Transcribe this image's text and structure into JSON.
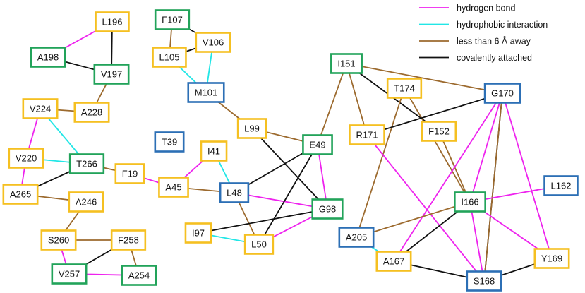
{
  "colors": {
    "hydrogen_bond": "#ee22ee",
    "hydrophobic_interaction": "#22e6e6",
    "less_than_6A": "#9c6a2e",
    "covalent": "#111111",
    "node_green": "#22a35a",
    "node_yellow": "#f5c021",
    "node_blue": "#2c6fb5"
  },
  "legend": [
    {
      "type": "hydrogen_bond",
      "label": "hydrogen bond"
    },
    {
      "type": "hydrophobic_interaction",
      "label": "hydrophobic interaction"
    },
    {
      "type": "less_than_6A",
      "label": "less than 6 Å away"
    },
    {
      "type": "covalent",
      "label": "covalently attached"
    }
  ],
  "nodes": [
    {
      "id": "L196",
      "label": "L196",
      "border": "node_yellow"
    },
    {
      "id": "A198",
      "label": "A198",
      "border": "node_green"
    },
    {
      "id": "V197",
      "label": "V197",
      "border": "node_green"
    },
    {
      "id": "A228",
      "label": "A228",
      "border": "node_yellow"
    },
    {
      "id": "V224",
      "label": "V224",
      "border": "node_yellow"
    },
    {
      "id": "V220",
      "label": "V220",
      "border": "node_yellow"
    },
    {
      "id": "T266",
      "label": "T266",
      "border": "node_green"
    },
    {
      "id": "A265",
      "label": "A265",
      "border": "node_yellow"
    },
    {
      "id": "F19",
      "label": "F19",
      "border": "node_yellow"
    },
    {
      "id": "A246",
      "label": "A246",
      "border": "node_yellow"
    },
    {
      "id": "S260",
      "label": "S260",
      "border": "node_yellow"
    },
    {
      "id": "F258",
      "label": "F258",
      "border": "node_yellow"
    },
    {
      "id": "V257",
      "label": "V257",
      "border": "node_green"
    },
    {
      "id": "A254",
      "label": "A254",
      "border": "node_green"
    },
    {
      "id": "F107",
      "label": "F107",
      "border": "node_green"
    },
    {
      "id": "V106",
      "label": "V106",
      "border": "node_yellow"
    },
    {
      "id": "L105",
      "label": "L105",
      "border": "node_yellow"
    },
    {
      "id": "M101",
      "label": "M101",
      "border": "node_blue"
    },
    {
      "id": "L99",
      "label": "L99",
      "border": "node_yellow"
    },
    {
      "id": "T39",
      "label": "T39",
      "border": "node_blue"
    },
    {
      "id": "I41",
      "label": "I41",
      "border": "node_yellow"
    },
    {
      "id": "A45",
      "label": "A45",
      "border": "node_yellow"
    },
    {
      "id": "L48",
      "label": "L48",
      "border": "node_blue"
    },
    {
      "id": "E49",
      "label": "E49",
      "border": "node_green"
    },
    {
      "id": "G98",
      "label": "G98",
      "border": "node_green"
    },
    {
      "id": "I97",
      "label": "I97",
      "border": "node_yellow"
    },
    {
      "id": "L50",
      "label": "L50",
      "border": "node_yellow"
    },
    {
      "id": "I151",
      "label": "I151",
      "border": "node_green"
    },
    {
      "id": "T174",
      "label": "T174",
      "border": "node_yellow"
    },
    {
      "id": "G170",
      "label": "G170",
      "border": "node_blue"
    },
    {
      "id": "R171",
      "label": "R171",
      "border": "node_yellow"
    },
    {
      "id": "F152",
      "label": "F152",
      "border": "node_yellow"
    },
    {
      "id": "I166",
      "label": "I166",
      "border": "node_green"
    },
    {
      "id": "L162",
      "label": "L162",
      "border": "node_blue"
    },
    {
      "id": "A205",
      "label": "A205",
      "border": "node_blue"
    },
    {
      "id": "A167",
      "label": "A167",
      "border": "node_yellow"
    },
    {
      "id": "S168",
      "label": "S168",
      "border": "node_blue"
    },
    {
      "id": "Y169",
      "label": "Y169",
      "border": "node_yellow"
    }
  ],
  "edges": [
    {
      "from": "A198",
      "to": "L196",
      "type": "hydrogen_bond"
    },
    {
      "from": "L196",
      "to": "V197",
      "type": "covalent"
    },
    {
      "from": "A198",
      "to": "V197",
      "type": "covalent"
    },
    {
      "from": "V197",
      "to": "A228",
      "type": "less_than_6A"
    },
    {
      "from": "V224",
      "to": "A228",
      "type": "less_than_6A"
    },
    {
      "from": "V224",
      "to": "T266",
      "type": "hydrophobic_interaction"
    },
    {
      "from": "V224",
      "to": "V220",
      "type": "hydrogen_bond"
    },
    {
      "from": "V220",
      "to": "T266",
      "type": "hydrophobic_interaction"
    },
    {
      "from": "V220",
      "to": "A265",
      "type": "hydrogen_bond"
    },
    {
      "from": "A265",
      "to": "T266",
      "type": "covalent"
    },
    {
      "from": "T266",
      "to": "F19",
      "type": "less_than_6A"
    },
    {
      "from": "A265",
      "to": "A246",
      "type": "less_than_6A"
    },
    {
      "from": "F19",
      "to": "A45",
      "type": "hydrogen_bond"
    },
    {
      "from": "A246",
      "to": "S260",
      "type": "less_than_6A"
    },
    {
      "from": "S260",
      "to": "F258",
      "type": "less_than_6A"
    },
    {
      "from": "S260",
      "to": "V257",
      "type": "hydrogen_bond"
    },
    {
      "from": "F258",
      "to": "V257",
      "type": "covalent"
    },
    {
      "from": "F258",
      "to": "A254",
      "type": "less_than_6A"
    },
    {
      "from": "V257",
      "to": "A254",
      "type": "hydrogen_bond"
    },
    {
      "from": "F107",
      "to": "V106",
      "type": "covalent"
    },
    {
      "from": "F107",
      "to": "L105",
      "type": "less_than_6A"
    },
    {
      "from": "L105",
      "to": "V106",
      "type": "covalent"
    },
    {
      "from": "L105",
      "to": "M101",
      "type": "hydrophobic_interaction"
    },
    {
      "from": "V106",
      "to": "M101",
      "type": "hydrophobic_interaction"
    },
    {
      "from": "M101",
      "to": "L99",
      "type": "less_than_6A"
    },
    {
      "from": "L99",
      "to": "E49",
      "type": "less_than_6A"
    },
    {
      "from": "L99",
      "to": "G98",
      "type": "covalent"
    },
    {
      "from": "I41",
      "to": "A45",
      "type": "hydrogen_bond"
    },
    {
      "from": "I41",
      "to": "L48",
      "type": "hydrophobic_interaction"
    },
    {
      "from": "A45",
      "to": "L48",
      "type": "less_than_6A"
    },
    {
      "from": "L48",
      "to": "E49",
      "type": "covalent"
    },
    {
      "from": "L48",
      "to": "G98",
      "type": "hydrogen_bond"
    },
    {
      "from": "L48",
      "to": "L50",
      "type": "less_than_6A"
    },
    {
      "from": "E49",
      "to": "G98",
      "type": "hydrogen_bond"
    },
    {
      "from": "E49",
      "to": "L50",
      "type": "covalent"
    },
    {
      "from": "E49",
      "to": "I151",
      "type": "less_than_6A"
    },
    {
      "from": "I97",
      "to": "G98",
      "type": "covalent"
    },
    {
      "from": "I97",
      "to": "L50",
      "type": "hydrophobic_interaction"
    },
    {
      "from": "L50",
      "to": "G98",
      "type": "hydrogen_bond"
    },
    {
      "from": "I151",
      "to": "R171",
      "type": "less_than_6A"
    },
    {
      "from": "I151",
      "to": "F152",
      "type": "covalent"
    },
    {
      "from": "I151",
      "to": "G170",
      "type": "less_than_6A"
    },
    {
      "from": "T174",
      "to": "A205",
      "type": "less_than_6A"
    },
    {
      "from": "T174",
      "to": "I166",
      "type": "less_than_6A"
    },
    {
      "from": "R171",
      "to": "G170",
      "type": "covalent"
    },
    {
      "from": "R171",
      "to": "S168",
      "type": "hydrogen_bond"
    },
    {
      "from": "F152",
      "to": "I166",
      "type": "less_than_6A"
    },
    {
      "from": "G170",
      "to": "I166",
      "type": "hydrogen_bond"
    },
    {
      "from": "G170",
      "to": "A167",
      "type": "hydrogen_bond"
    },
    {
      "from": "G170",
      "to": "S168",
      "type": "covalent"
    },
    {
      "from": "G170",
      "to": "Y169",
      "type": "hydrogen_bond"
    },
    {
      "from": "G170",
      "to": "S168",
      "type": "less_than_6A"
    },
    {
      "from": "I166",
      "to": "L162",
      "type": "hydrogen_bond"
    },
    {
      "from": "I166",
      "to": "A205",
      "type": "less_than_6A"
    },
    {
      "from": "I166",
      "to": "A167",
      "type": "covalent"
    },
    {
      "from": "I166",
      "to": "S168",
      "type": "hydrogen_bond"
    },
    {
      "from": "I166",
      "to": "Y169",
      "type": "hydrogen_bond"
    },
    {
      "from": "A205",
      "to": "A167",
      "type": "hydrophobic_interaction"
    },
    {
      "from": "A167",
      "to": "S168",
      "type": "covalent"
    },
    {
      "from": "S168",
      "to": "Y169",
      "type": "covalent"
    }
  ]
}
